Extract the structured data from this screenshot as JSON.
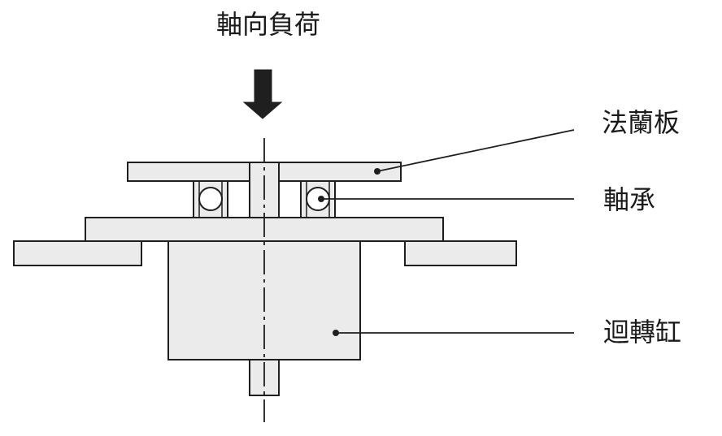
{
  "title": "軸向負荷",
  "labels": {
    "flange": "法蘭板",
    "bearing": "軸承",
    "rotary_cylinder": "迴轉缸"
  },
  "colors": {
    "line": "#1f1f1f",
    "fill": "#ebebeb",
    "arrow": "#1f1f1f",
    "background": "#ffffff"
  },
  "icons": {
    "load_arrow": "down-arrow-icon",
    "ball": "ball-bearing-icon"
  }
}
